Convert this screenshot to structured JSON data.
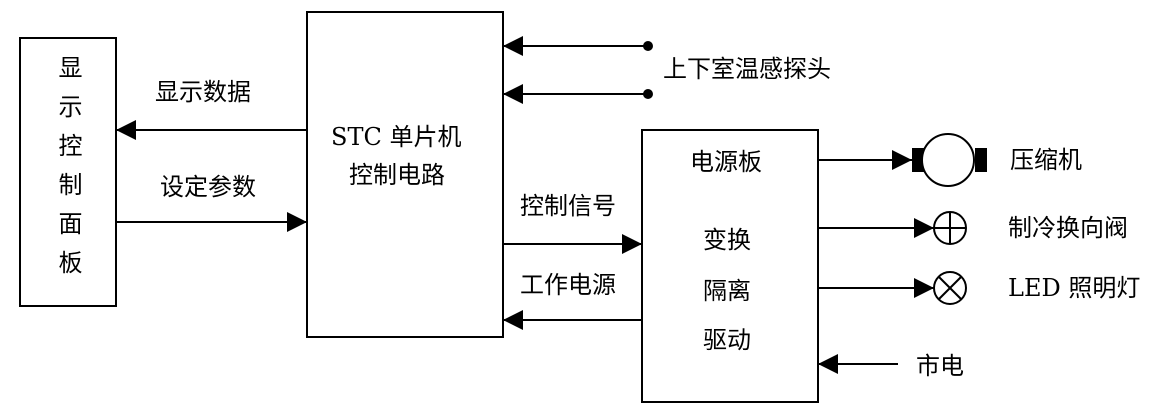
{
  "display_panel": {
    "label": "显示控制面板"
  },
  "mcu_block": {
    "line1": "STC 单片机",
    "line2": "控制电路"
  },
  "power_block": {
    "title": "电源板",
    "line1": "变换",
    "line2": "隔离",
    "line3": "驱动"
  },
  "connections": {
    "display_data": "显示数据",
    "set_params": "设定参数",
    "control_signal": "控制信号",
    "working_power": "工作电源",
    "mains": "市电"
  },
  "sensor": {
    "label": "上下室温感探头"
  },
  "outputs": {
    "compressor": "压缩机",
    "valve": "制冷换向阀",
    "led": "LED 照明灯"
  }
}
